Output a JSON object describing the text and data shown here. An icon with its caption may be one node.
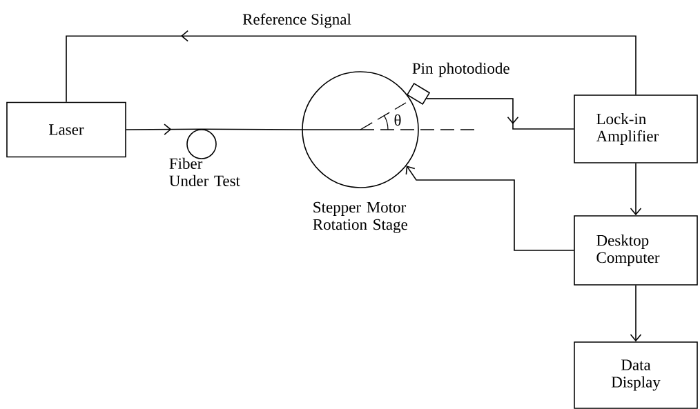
{
  "diagram": {
    "nodes": [
      {
        "text": [
          "Laser"
        ]
      },
      {
        "text": [],
        "shape": "circle",
        "beside": [
          "Fiber Under Test"
        ]
      },
      {
        "text": [],
        "shape": "circle",
        "beside": [
          "Stepper Motor Rotation Stage"
        ]
      },
      {
        "text": [],
        "shape": "box",
        "beside": [
          "Pin photodiode"
        ]
      },
      {
        "text": [
          "Lock-in Amplifier"
        ]
      },
      {
        "text": [
          "Desktop Computer"
        ]
      },
      {
        "text": [
          "Data Display"
        ]
      }
    ],
    "edges": [
      {
        "from": 0,
        "to": 1,
        "arrow": "to"
      },
      {
        "from": 1,
        "to": 2,
        "arrow": "none"
      },
      {
        "from": 4,
        "to": 0,
        "arrow": "to",
        "label": "Reference Signal"
      },
      {
        "from": 3,
        "to": 4,
        "arrow": "to"
      },
      {
        "from": 4,
        "to": 5,
        "arrow": "to"
      },
      {
        "from": 5,
        "to": 2,
        "arrow": "to"
      },
      {
        "from": 5,
        "to": 6,
        "arrow": "to"
      }
    ],
    "labels": [
      "θ"
    ]
  }
}
